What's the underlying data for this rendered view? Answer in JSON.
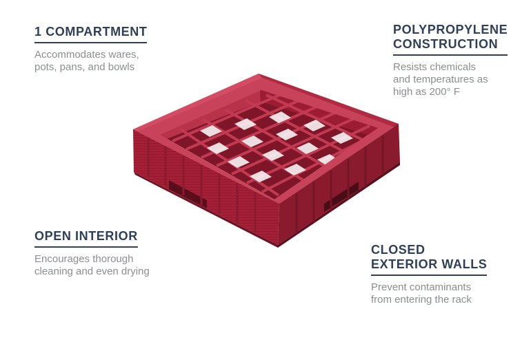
{
  "features": {
    "compartment": {
      "title": [
        "1 COMPARTMENT"
      ],
      "desc": [
        "Accommodates wares,",
        "pots, pans, and bowls"
      ]
    },
    "construction": {
      "title": [
        "POLYPROPYLENE",
        "CONSTRUCTION"
      ],
      "desc": [
        "Resists chemicals",
        "and temperatures as",
        "high as 200° F"
      ]
    },
    "interior": {
      "title": [
        "OPEN INTERIOR"
      ],
      "desc": [
        "Encourages thorough",
        "cleaning and even drying"
      ]
    },
    "walls": {
      "title": [
        "CLOSED",
        "EXTERIOR WALLS"
      ],
      "desc": [
        "Prevent contaminants",
        "from entering the rack"
      ]
    }
  },
  "product": {
    "name": "dish-rack",
    "color": "#a11e35"
  }
}
